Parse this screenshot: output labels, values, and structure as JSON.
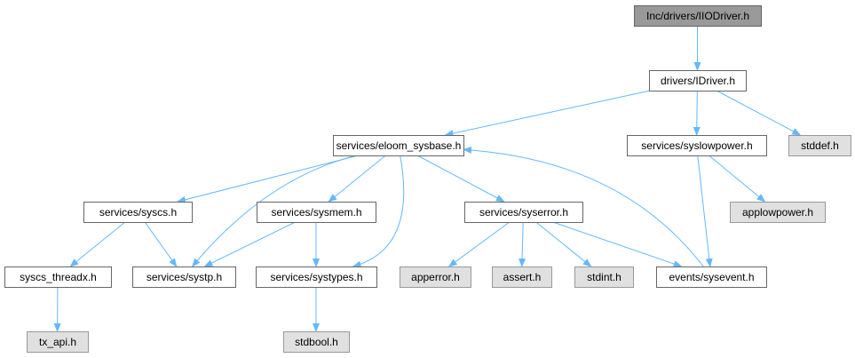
{
  "colors": {
    "edge": "#63B8FF",
    "root_fill": "#999999",
    "node_fill": "#FFFFFF",
    "external_fill": "#E0E0E0",
    "root_stroke": "#666666",
    "node_stroke": "#666666",
    "external_stroke": "#999999"
  },
  "nodes": [
    {
      "id": "root",
      "label": "Inc/drivers/IIODriver.h",
      "kind": "root"
    },
    {
      "id": "idriver",
      "label": "drivers/IDriver.h",
      "kind": "normal"
    },
    {
      "id": "eloom",
      "label": "services/eloom_sysbase.h",
      "kind": "normal"
    },
    {
      "id": "syslowpower",
      "label": "services/syslowpower.h",
      "kind": "normal"
    },
    {
      "id": "stddef",
      "label": "stddef.h",
      "kind": "external"
    },
    {
      "id": "applowpower",
      "label": "applowpower.h",
      "kind": "external"
    },
    {
      "id": "syscs",
      "label": "services/syscs.h",
      "kind": "normal"
    },
    {
      "id": "sysmem",
      "label": "services/sysmem.h",
      "kind": "normal"
    },
    {
      "id": "syserror",
      "label": "services/syserror.h",
      "kind": "normal"
    },
    {
      "id": "syscs_threadx",
      "label": "syscs_threadx.h",
      "kind": "normal"
    },
    {
      "id": "systp",
      "label": "services/systp.h",
      "kind": "normal"
    },
    {
      "id": "systypes",
      "label": "services/systypes.h",
      "kind": "normal"
    },
    {
      "id": "apperror",
      "label": "apperror.h",
      "kind": "external"
    },
    {
      "id": "assert",
      "label": "assert.h",
      "kind": "external"
    },
    {
      "id": "stdint",
      "label": "stdint.h",
      "kind": "external"
    },
    {
      "id": "sysevent",
      "label": "events/sysevent.h",
      "kind": "normal"
    },
    {
      "id": "tx_api",
      "label": "tx_api.h",
      "kind": "external"
    },
    {
      "id": "stdbool",
      "label": "stdbool.h",
      "kind": "external"
    }
  ],
  "edges": [
    {
      "from": "root",
      "to": "idriver"
    },
    {
      "from": "idriver",
      "to": "eloom"
    },
    {
      "from": "idriver",
      "to": "syslowpower"
    },
    {
      "from": "idriver",
      "to": "stddef"
    },
    {
      "from": "eloom",
      "to": "syscs"
    },
    {
      "from": "eloom",
      "to": "systp"
    },
    {
      "from": "eloom",
      "to": "sysmem"
    },
    {
      "from": "eloom",
      "to": "systypes"
    },
    {
      "from": "eloom",
      "to": "syserror"
    },
    {
      "from": "syslowpower",
      "to": "applowpower"
    },
    {
      "from": "syslowpower",
      "to": "sysevent"
    },
    {
      "from": "syscs",
      "to": "syscs_threadx"
    },
    {
      "from": "syscs",
      "to": "systp"
    },
    {
      "from": "sysmem",
      "to": "systp"
    },
    {
      "from": "sysmem",
      "to": "systypes"
    },
    {
      "from": "syserror",
      "to": "apperror"
    },
    {
      "from": "syserror",
      "to": "assert"
    },
    {
      "from": "syserror",
      "to": "stdint"
    },
    {
      "from": "syserror",
      "to": "sysevent"
    },
    {
      "from": "sysevent",
      "to": "eloom"
    },
    {
      "from": "syscs_threadx",
      "to": "tx_api"
    },
    {
      "from": "systypes",
      "to": "stdbool"
    }
  ]
}
